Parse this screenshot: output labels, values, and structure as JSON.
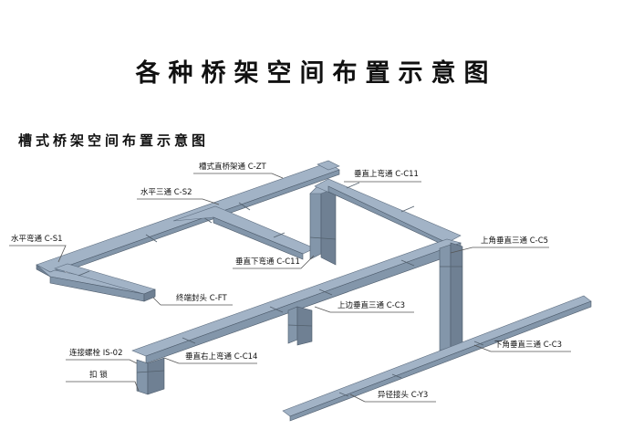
{
  "title": "各种桥架空间布置示意图",
  "subtitle": "槽式桥架空间布置示意图",
  "colors": {
    "tray_top": "#a2b3c6",
    "tray_side": "#6f8093",
    "tray_front": "#8396aa",
    "text": "#111111"
  },
  "labels": [
    {
      "id": "zt",
      "text": "槽式直桥架通 C-ZT"
    },
    {
      "id": "s2",
      "text": "水平三通 C-S2"
    },
    {
      "id": "c11u",
      "text": "垂直上弯通 C-C11"
    },
    {
      "id": "s1",
      "text": "水平弯通 C-S1"
    },
    {
      "id": "c11d",
      "text": "垂直下弯通 C-C11"
    },
    {
      "id": "c5",
      "text": "上角垂直三通 C-C5"
    },
    {
      "id": "ft",
      "text": "终端封头 C-FT"
    },
    {
      "id": "c3u",
      "text": "上边垂直三通 C-C3"
    },
    {
      "id": "is02",
      "text": "连接螺栓 IS-02"
    },
    {
      "id": "c14",
      "text": "垂直右上弯通 C-C14"
    },
    {
      "id": "c3d",
      "text": "下角垂直三通 C-C3"
    },
    {
      "id": "lock",
      "text": "扣  锁"
    },
    {
      "id": "y3",
      "text": "异径接头 C-Y3"
    }
  ]
}
